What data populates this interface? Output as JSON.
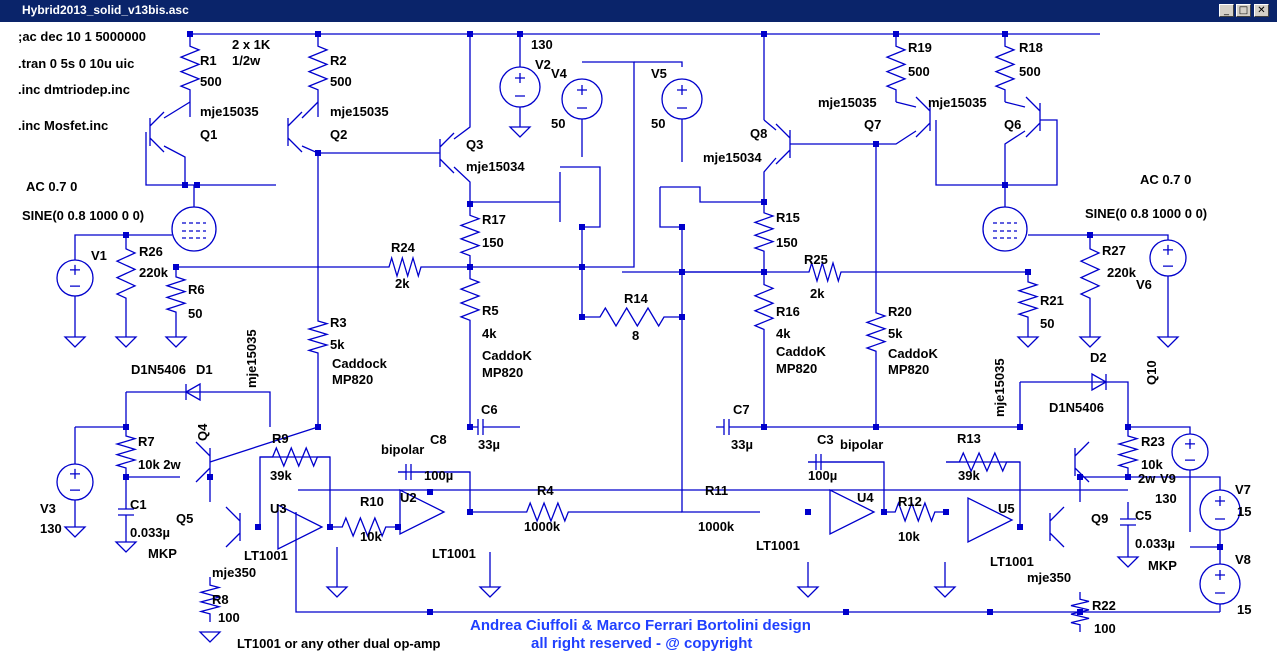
{
  "window": {
    "title": "Hybrid2013_solid_v13bis.asc",
    "buttons": {
      "minimize": "_",
      "maximize": "□",
      "close": "✕"
    }
  },
  "colors": {
    "wire": "#0000cc",
    "node": "#0000cc",
    "text": "#000000",
    "credit": "#2040ff",
    "titlebar": "#0a246a"
  },
  "directives": [
    ";ac dec 10 1 5000000",
    ".tran 0 5s 0 10u uic",
    ".inc dmtriodep.inc",
    ".inc Mosfet.inc"
  ],
  "notes": {
    "r1r2": "2 x 1K",
    "r1r2_power": "1/2w",
    "opamp_note": "LT1001 or any other dual op-amp"
  },
  "credits": {
    "line1": "Andrea Ciuffoli & Marco Ferrari Bortolini design",
    "line2": "all right reserved - @ copyright"
  },
  "components": {
    "R1": {
      "name": "R1",
      "value": "500"
    },
    "R2": {
      "name": "R2",
      "value": "500"
    },
    "R3": {
      "name": "R3",
      "value": "5k",
      "extra1": "Caddock",
      "extra2": "MP820"
    },
    "R4": {
      "name": "R4",
      "value": "1000k"
    },
    "R5": {
      "name": "R5",
      "value": "4k",
      "extra1": "CaddoK",
      "extra2": "MP820"
    },
    "R6": {
      "name": "R6",
      "value": "50"
    },
    "R7": {
      "name": "R7",
      "value": "10k 2w"
    },
    "R8": {
      "name": "R8",
      "value": "100"
    },
    "R9": {
      "name": "R9",
      "value": "39k"
    },
    "R10": {
      "name": "R10",
      "value": "10k"
    },
    "R11": {
      "name": "R11",
      "value": "1000k"
    },
    "R12": {
      "name": "R12",
      "value": "10k"
    },
    "R13": {
      "name": "R13",
      "value": "39k"
    },
    "R14": {
      "name": "R14",
      "value": "8"
    },
    "R15": {
      "name": "R15",
      "value": "150"
    },
    "R16": {
      "name": "R16",
      "value": "4k",
      "extra1": "CaddoK",
      "extra2": "MP820"
    },
    "R17": {
      "name": "R17",
      "value": "150"
    },
    "R18": {
      "name": "R18",
      "value": "500"
    },
    "R19": {
      "name": "R19",
      "value": "500"
    },
    "R20": {
      "name": "R20",
      "value": "5k",
      "extra1": "CaddoK",
      "extra2": "MP820"
    },
    "R21": {
      "name": "R21",
      "value": "50"
    },
    "R22": {
      "name": "R22",
      "value": "100"
    },
    "R23": {
      "name": "R23",
      "value": "10k",
      "extra1": "2w"
    },
    "R24": {
      "name": "R24",
      "value": "2k"
    },
    "R25": {
      "name": "R25",
      "value": "2k"
    },
    "R26": {
      "name": "R26",
      "value": "220k"
    },
    "R27": {
      "name": "R27",
      "value": "220k"
    },
    "C1": {
      "name": "C1",
      "value": "0.033µ",
      "extra1": "MKP"
    },
    "C3": {
      "name": "C3",
      "value": "100µ",
      "extra1": "bipolar"
    },
    "C5": {
      "name": "C5",
      "value": "0.033µ",
      "extra1": "MKP"
    },
    "C6": {
      "name": "C6",
      "value": "33µ"
    },
    "C7": {
      "name": "C7",
      "value": "33µ"
    },
    "C8": {
      "name": "C8",
      "value": "100µ",
      "extra1": "bipolar"
    },
    "Q1": {
      "name": "Q1",
      "value": "mje15035"
    },
    "Q2": {
      "name": "Q2",
      "value": "mje15035"
    },
    "Q3": {
      "name": "Q3",
      "value": "mje15034"
    },
    "Q4": {
      "name": "Q4",
      "value": "mje15035"
    },
    "Q5": {
      "name": "Q5",
      "value": "mje350"
    },
    "Q6": {
      "name": "Q6"
    },
    "Q7": {
      "name": "Q7",
      "value": "mje15035"
    },
    "Q8": {
      "name": "Q8",
      "value": "mje15034"
    },
    "Q9": {
      "name": "Q9",
      "value": "mje350"
    },
    "Q10": {
      "name": "Q10",
      "value": "mje15035"
    },
    "Q7b": {
      "value": "mje15035"
    },
    "D1": {
      "name": "D1",
      "value": "D1N5406"
    },
    "D2": {
      "name": "D2",
      "value": "D1N5406"
    },
    "U2": {
      "name": "U2",
      "value": "LT1001"
    },
    "U3": {
      "name": "U3",
      "value": "LT1001"
    },
    "U4": {
      "name": "U4",
      "value": "LT1001"
    },
    "U5": {
      "name": "U5",
      "value": "LT1001"
    },
    "V1": {
      "name": "V1",
      "value": "AC 0.7 0",
      "extra1": "SINE(0 0.8 1000 0 0)"
    },
    "V2": {
      "name": "V2",
      "value": "130"
    },
    "V3": {
      "name": "V3",
      "value": "130"
    },
    "V4": {
      "name": "V4",
      "value": "50"
    },
    "V5": {
      "name": "V5",
      "value": "50"
    },
    "V6": {
      "name": "V6",
      "value": "AC 0.7 0",
      "extra1": "SINE(0 0.8 1000 0 0)"
    },
    "V7": {
      "name": "V7",
      "value": "15"
    },
    "V8": {
      "name": "V8",
      "value": "15"
    },
    "V9": {
      "name": "V9",
      "value": "130"
    }
  }
}
